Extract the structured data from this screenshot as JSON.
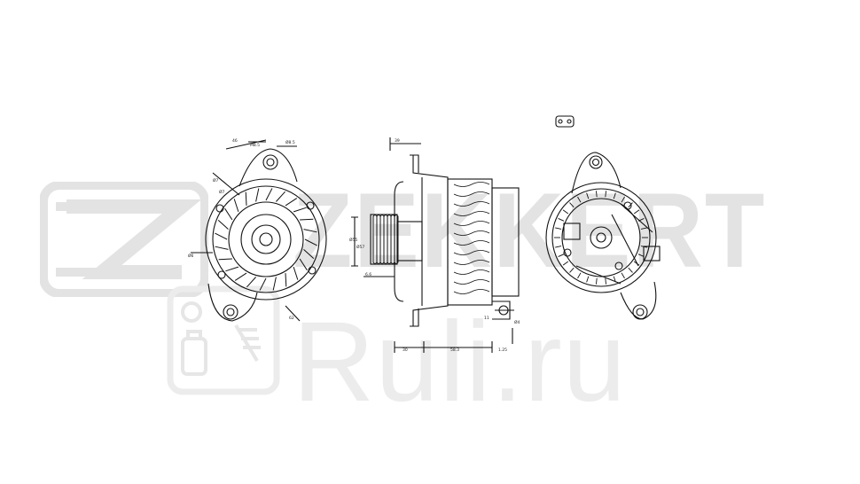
{
  "watermark": {
    "brand_text": "ZEKKERT",
    "site_text": "Ruli.ru",
    "brand_color": "#e3e3e3"
  },
  "drawing": {
    "dimension_labels": [
      "M8.5",
      "46",
      "Ø8.5",
      "Ø7",
      "Ø7",
      "Ø6",
      "62",
      "39",
      "Ø55",
      "Ø57",
      "6.6",
      "30",
      "Ø4",
      "58.3",
      "11",
      "1.25"
    ],
    "line_color": "#111111"
  }
}
